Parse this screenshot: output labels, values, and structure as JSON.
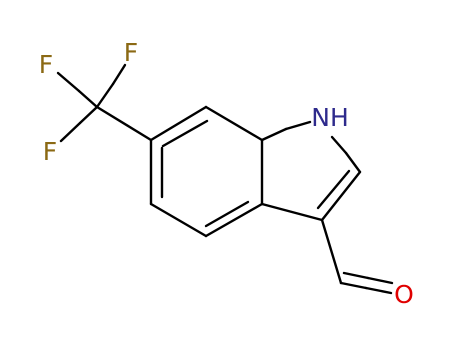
{
  "molecule": {
    "atoms": {
      "f_top": "F",
      "f_upper_left": "F",
      "f_lower_left": "F",
      "nh": "NH",
      "o": "O"
    },
    "colors": {
      "bond": "#000000",
      "fluorine": "#8B6914",
      "nitrogen": "#2E2A8C",
      "oxygen": "#E00000"
    }
  }
}
